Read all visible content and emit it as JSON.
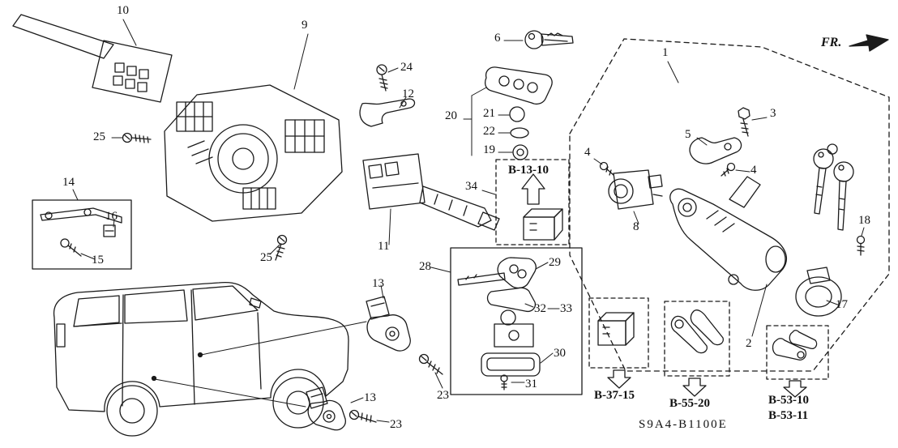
{
  "diagram": {
    "meta": {
      "code": "S9A4-B1100E",
      "fr": "FR."
    },
    "callouts": [
      "10",
      "9",
      "24",
      "12",
      "25",
      "14",
      "16",
      "15",
      "25",
      "11",
      "34",
      "20",
      "21",
      "22",
      "19",
      "6",
      "1",
      "3",
      "5",
      "4",
      "4",
      "8",
      "18",
      "17",
      "2",
      "28",
      "29",
      "32",
      "33",
      "30",
      "31",
      "13",
      "23",
      "13",
      "23"
    ],
    "refs": {
      "b_13_10": "B-13-10",
      "b_37_15": "B-37-15",
      "b_55_20": "B-55-20",
      "b_53_10": "B-53-10",
      "b_53_11": "B-53-11"
    }
  }
}
